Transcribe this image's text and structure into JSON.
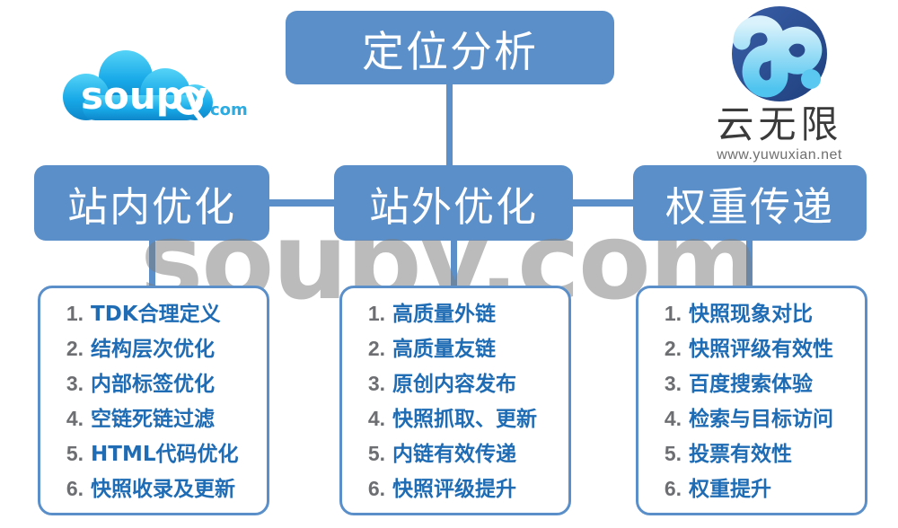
{
  "diagram": {
    "root": {
      "label": "定位分析"
    },
    "branches": [
      {
        "label": "站内优化"
      },
      {
        "label": "站外优化"
      },
      {
        "label": "权重传递"
      }
    ],
    "lists": [
      {
        "items": [
          {
            "num": "1.",
            "text": "TDK合理定义"
          },
          {
            "num": "2.",
            "text": "结构层次优化"
          },
          {
            "num": "3.",
            "text": "内部标签优化"
          },
          {
            "num": "4.",
            "text": "空链死链过滤"
          },
          {
            "num": "5.",
            "text": "HTML代码优化"
          },
          {
            "num": "6.",
            "text": "快照收录及更新"
          }
        ]
      },
      {
        "items": [
          {
            "num": "1.",
            "text": "高质量外链"
          },
          {
            "num": "2.",
            "text": "高质量友链"
          },
          {
            "num": "3.",
            "text": "原创内容发布"
          },
          {
            "num": "4.",
            "text": "快照抓取、更新"
          },
          {
            "num": "5.",
            "text": "内链有效传递"
          },
          {
            "num": "6.",
            "text": "快照评级提升"
          }
        ]
      },
      {
        "items": [
          {
            "num": "1.",
            "text": "快照现象对比"
          },
          {
            "num": "2.",
            "text": "快照评级有效性"
          },
          {
            "num": "3.",
            "text": "百度搜索体验"
          },
          {
            "num": "4.",
            "text": "检索与目标访问"
          },
          {
            "num": "5.",
            "text": "投票有效性"
          },
          {
            "num": "6.",
            "text": "权重提升"
          }
        ]
      }
    ]
  },
  "watermark": {
    "text": "soupv.com"
  },
  "logo_left": {
    "wordmark": "soupv",
    "tld": "com",
    "icon": "cloud-with-magnifier-icon"
  },
  "logo_right": {
    "name": "云无限",
    "url": "www.yuwuxian.net",
    "icon": "blue-globe-y-icon"
  },
  "colors": {
    "box_fill": "#5b8fc9",
    "list_border": "#5b8fc9",
    "list_text": "#1f6cb5",
    "list_number": "#6d6e71",
    "watermark": "#7d7d7d",
    "logo_left_cloud": "#2fb8ef",
    "logo_right_circle": "#2b4d8e"
  }
}
